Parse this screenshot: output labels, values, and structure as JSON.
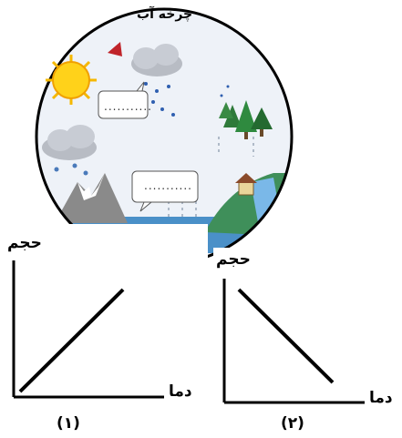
{
  "cycle": {
    "title": "چرخه آب",
    "bubble_left": "...........",
    "bubble_bottom": "..........."
  },
  "graph1": {
    "ylabel": "حجم",
    "xlabel": "دما",
    "caption": "(۱)"
  },
  "graph2": {
    "ylabel": "حجم",
    "xlabel": "دما",
    "caption": "(۲)"
  },
  "chart_data": [
    {
      "type": "line",
      "title": "",
      "xlabel": "دما",
      "ylabel": "حجم",
      "caption": "(۱)",
      "series": [
        {
          "values": [
            [
              0,
              0
            ],
            [
              1,
              1
            ]
          ]
        }
      ]
    },
    {
      "type": "line",
      "title": "",
      "xlabel": "دما",
      "ylabel": "حجم",
      "caption": "(۲)",
      "series": [
        {
          "values": [
            [
              0,
              1
            ],
            [
              1,
              0
            ]
          ]
        }
      ]
    }
  ]
}
